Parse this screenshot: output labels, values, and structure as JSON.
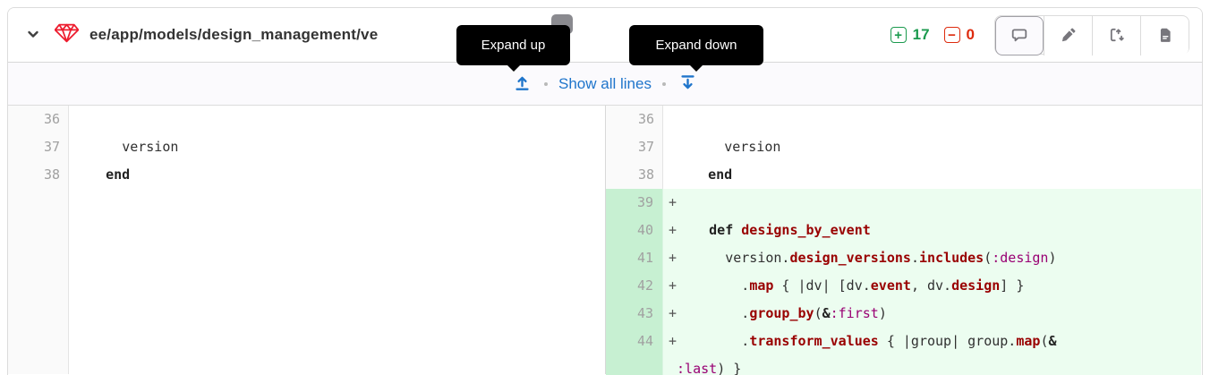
{
  "file_header": {
    "path": "ee/app/models/design_management/ve",
    "stats": {
      "added": "17",
      "removed": "0",
      "plus_glyph": "+",
      "minus_glyph": "−"
    },
    "toolbar_icons": [
      "comment-icon",
      "pencil-icon",
      "compare-versions-icon",
      "file-icon"
    ]
  },
  "tooltips": {
    "expand_up": "Expand up",
    "expand_down": "Expand down"
  },
  "expand_bar": {
    "show_all": "Show all lines"
  },
  "diff": {
    "left": [
      {
        "num": "36",
        "segs": []
      },
      {
        "num": "37",
        "segs": [
          {
            "t": "      version"
          }
        ]
      },
      {
        "num": "38",
        "segs": [
          {
            "t": "    "
          },
          {
            "t": "end",
            "c": "k"
          }
        ]
      }
    ],
    "right": [
      {
        "num": "36",
        "segs": []
      },
      {
        "num": "37",
        "segs": [
          {
            "t": "      version"
          }
        ]
      },
      {
        "num": "38",
        "segs": [
          {
            "t": "    "
          },
          {
            "t": "end",
            "c": "k"
          }
        ]
      },
      {
        "num": "39",
        "added": true,
        "marker": "+",
        "segs": []
      },
      {
        "num": "40",
        "added": true,
        "marker": "+",
        "segs": [
          {
            "t": "    "
          },
          {
            "t": "def",
            "c": "k"
          },
          {
            "t": " "
          },
          {
            "t": "designs_by_event",
            "c": "m"
          }
        ]
      },
      {
        "num": "41",
        "added": true,
        "marker": "+",
        "segs": [
          {
            "t": "      version."
          },
          {
            "t": "design_versions",
            "c": "m"
          },
          {
            "t": "."
          },
          {
            "t": "includes",
            "c": "m"
          },
          {
            "t": "("
          },
          {
            "t": ":design",
            "c": "s"
          },
          {
            "t": ")"
          }
        ]
      },
      {
        "num": "42",
        "added": true,
        "marker": "+",
        "segs": [
          {
            "t": "        ."
          },
          {
            "t": "map",
            "c": "m"
          },
          {
            "t": " { |dv| [dv."
          },
          {
            "t": "event",
            "c": "m"
          },
          {
            "t": ", dv."
          },
          {
            "t": "design",
            "c": "m"
          },
          {
            "t": "] }"
          }
        ]
      },
      {
        "num": "43",
        "added": true,
        "marker": "+",
        "segs": [
          {
            "t": "        ."
          },
          {
            "t": "group_by",
            "c": "m"
          },
          {
            "t": "("
          },
          {
            "t": "&",
            "c": "o"
          },
          {
            "t": ":first",
            "c": "s"
          },
          {
            "t": ")"
          }
        ]
      },
      {
        "num": "44",
        "added": true,
        "marker": "+",
        "wrap": true,
        "segs": [
          {
            "t": "        ."
          },
          {
            "t": "transform_values",
            "c": "m"
          },
          {
            "t": " { |group| group."
          },
          {
            "t": "map",
            "c": "m"
          },
          {
            "t": "("
          },
          {
            "t": "&",
            "c": "o"
          },
          {
            "br": true
          },
          {
            "t": ":last",
            "c": "s"
          },
          {
            "t": ") }"
          }
        ]
      }
    ]
  },
  "colors": {
    "accent_blue": "#1f75cb",
    "added_green": "#1b9a4e",
    "removed_red": "#dd2b0e",
    "added_line_bg": "#ecfdf0",
    "added_gutter_bg": "#c7f0d2",
    "method_token": "#990000",
    "symbol_token": "#990073"
  }
}
